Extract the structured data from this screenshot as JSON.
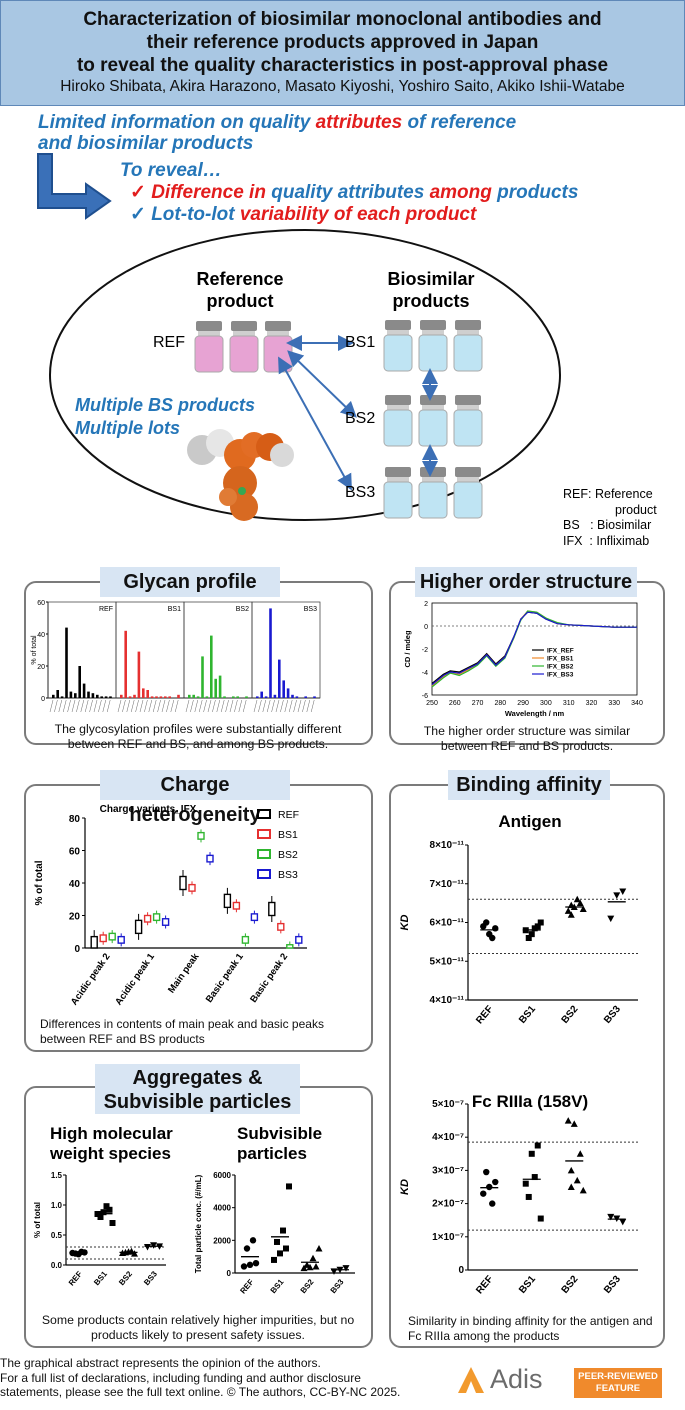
{
  "header": {
    "title_lines": [
      "Characterization of biosimilar monoclonal antibodies and",
      "their reference products approved in Japan",
      "to reveal the quality characteristics in post-approval phase"
    ],
    "authors": "Hiroko Shibata, Akira Harazono, Masato Kiyoshi, Yoshiro Saito, Akiko Ishii-Watabe"
  },
  "intro": {
    "line1_a": "Limited information on quality ",
    "line1_b": "attributes",
    "line1_c": " of reference",
    "line2": "and biosimilar products",
    "reveal": "To reveal…",
    "b1_mark": "✓",
    "b1_a": "Difference in ",
    "b1_b": "quality attributes",
    "b1_c": " among ",
    "b1_d": "products",
    "b2_mark": "✓",
    "b2_a": "Lot-to-lot ",
    "b2_b": "variability of each product"
  },
  "overview": {
    "ref_heading": [
      "Reference",
      "product"
    ],
    "bs_heading": [
      "Biosimilar",
      "products"
    ],
    "ref": "REF",
    "bs1": "BS1",
    "bs2": "BS2",
    "bs3": "BS3",
    "multi1": "Multiple BS products",
    "multi2": "Multiple lots",
    "legend": [
      [
        "REF:",
        "Reference"
      ],
      [
        "",
        "product"
      ],
      [
        "BS",
        ": Biosimilar"
      ],
      [
        "IFX",
        ": Infliximab"
      ]
    ]
  },
  "glycan": {
    "title": "Glycan profile",
    "ylabel": "% of total",
    "yticks": [
      "60",
      "40",
      "20",
      "0"
    ],
    "panels": [
      "REF",
      "BS1",
      "BS2",
      "BS3"
    ],
    "caption": [
      "The glycosylation profiles were substantially different",
      "between REF and BS, and among BS products."
    ]
  },
  "hos": {
    "title": "Higher order structure",
    "ylabel": "CD / mdeg",
    "xlabel": "Wavelength / nm",
    "xticks": [
      "250",
      "260",
      "270",
      "280",
      "290",
      "300",
      "310",
      "320",
      "330",
      "340"
    ],
    "yticks": [
      "2",
      "0",
      "-2",
      "-4",
      "-6"
    ],
    "legend": [
      "IFX_REF",
      "IFX_BS1",
      "IFX_BS2",
      "IFX_BS3"
    ],
    "caption": [
      "The higher order structure was similar",
      "between REF and BS products."
    ]
  },
  "charge": {
    "title": "Charge heterogeneity",
    "chart_title": "Charge variants_IFX",
    "ylabel": "% of total",
    "yticks": [
      "80",
      "60",
      "40",
      "20",
      "0"
    ],
    "categories": [
      "Acidic peak 2",
      "Acidic peak 1",
      "Main peak",
      "Basic peak 1",
      "Basic peak 2"
    ],
    "legend": [
      "REF",
      "BS1",
      "BS2",
      "BS3"
    ],
    "caption": [
      "Differences in contents of main peak and basic peaks",
      "between REF and BS products"
    ]
  },
  "aggregates": {
    "title": [
      "Aggregates &",
      "Subvisible particles"
    ],
    "hmw_title": [
      "High molecular",
      "weight species"
    ],
    "hmw_ylabel": "% of total",
    "hmw_yticks": [
      "1.5",
      "1.0",
      "0.5",
      "0.0"
    ],
    "svp_title": [
      "Subvisible",
      "particles"
    ],
    "svp_ylabel": "Total particle conc. (#/mL)",
    "svp_yticks": [
      "6000",
      "4000",
      "2000",
      "0"
    ],
    "groups": [
      "REF",
      "BS1",
      "BS2",
      "BS3"
    ],
    "caption": [
      "Some products contain relatively higher impurities, but no",
      "products likely to present safety issues."
    ]
  },
  "binding": {
    "title": "Binding affinity",
    "antigen_title": "Antigen",
    "antigen_ylabel": "KD",
    "antigen_yticks": [
      "8×10⁻¹¹",
      "7×10⁻¹¹",
      "6×10⁻¹¹",
      "5×10⁻¹¹",
      "4×10⁻¹¹"
    ],
    "fc_title": "Fc RIIIa (158V)",
    "fc_ylabel": "KD",
    "fc_yticks": [
      "5×10⁻⁷",
      "4×10⁻⁷",
      "3×10⁻⁷",
      "2×10⁻⁷",
      "1×10⁻⁷",
      "0"
    ],
    "groups": [
      "REF",
      "BS1",
      "BS2",
      "BS3"
    ],
    "caption": [
      "Similarity in binding affinity for the antigen and",
      "Fc RIIIa among the products"
    ]
  },
  "footer": {
    "lines": [
      "The graphical abstract represents the opinion of the authors.",
      "For a full list of declarations, including funding and author disclosure",
      "statements, please see the full text online. © The authors, CC-BY-NC 2025."
    ],
    "adis": "Adis",
    "badge": [
      "PEER-REVIEWED",
      "FEATURE"
    ]
  },
  "colors": {
    "blue": "#2576b8",
    "red": "#e21d1d",
    "panel_title_bg": "#d8e5f3",
    "header_bg": "#a9c7e3",
    "ref": "#000000",
    "bs1": "#e53030",
    "bs2": "#2fb52f",
    "bs3": "#1a1ad0"
  },
  "chart_data": [
    {
      "type": "bar",
      "title": "",
      "ylabel": "% of total",
      "ylim": [
        0,
        60
      ],
      "series": [
        {
          "name": "REF",
          "values": [
            2,
            5,
            1,
            44,
            4,
            3,
            20,
            9,
            4,
            3,
            2,
            1,
            1,
            1
          ]
        },
        {
          "name": "BS1",
          "values": [
            2,
            42,
            1,
            2,
            29,
            6,
            5,
            1,
            1,
            1,
            1,
            1,
            0,
            2
          ]
        },
        {
          "name": "BS2",
          "values": [
            2,
            2,
            1,
            26,
            1,
            39,
            12,
            14,
            1,
            0,
            1,
            1,
            0,
            1
          ]
        },
        {
          "name": "BS3",
          "values": [
            1,
            4,
            1,
            56,
            2,
            24,
            11,
            6,
            2,
            1,
            0,
            1,
            0,
            1
          ]
        }
      ]
    },
    {
      "type": "line",
      "xlabel": "Wavelength / nm",
      "ylabel": "CD / mdeg",
      "xlim": [
        250,
        340
      ],
      "ylim": [
        -6,
        2
      ],
      "x": [
        250,
        255,
        258,
        262,
        266,
        270,
        274,
        278,
        282,
        286,
        289,
        292,
        296,
        300,
        305,
        310,
        320,
        330,
        340
      ],
      "series": [
        {
          "name": "IFX_REF",
          "values": [
            -5.0,
            -4.2,
            -3.9,
            -4.0,
            -3.6,
            -3.2,
            -2.4,
            -3.3,
            -2.6,
            -0.9,
            0.6,
            1.2,
            1.1,
            0.6,
            0.2,
            0.1,
            0.0,
            -0.1,
            -0.1
          ]
        },
        {
          "name": "IFX_BS1",
          "values": [
            -5.2,
            -4.4,
            -4.1,
            -4.2,
            -3.8,
            -3.3,
            -2.5,
            -3.4,
            -2.7,
            -1.0,
            0.6,
            1.3,
            1.2,
            0.7,
            0.2,
            0.1,
            0.0,
            -0.1,
            -0.1
          ]
        },
        {
          "name": "IFX_BS2",
          "values": [
            -5.3,
            -4.5,
            -4.1,
            -4.3,
            -3.9,
            -3.4,
            -2.6,
            -3.5,
            -2.8,
            -1.0,
            0.5,
            1.3,
            1.2,
            0.7,
            0.3,
            0.1,
            0.0,
            -0.1,
            -0.1
          ]
        },
        {
          "name": "IFX_BS3",
          "values": [
            -5.1,
            -4.3,
            -4.0,
            -4.1,
            -3.7,
            -3.3,
            -2.5,
            -3.4,
            -2.7,
            -0.9,
            0.6,
            1.2,
            1.1,
            0.6,
            0.2,
            0.1,
            0.0,
            -0.1,
            -0.1
          ]
        }
      ]
    },
    {
      "type": "box",
      "title": "Charge variants_IFX",
      "ylabel": "% of total",
      "ylim": [
        0,
        80
      ],
      "categories": [
        "Acidic peak 2",
        "Acidic peak 1",
        "Main peak",
        "Basic peak 1",
        "Basic peak 2"
      ],
      "series": [
        {
          "name": "REF",
          "values": [
            3,
            13,
            40,
            29,
            24
          ]
        },
        {
          "name": "BS1",
          "values": [
            6,
            18,
            37,
            26,
            13
          ]
        },
        {
          "name": "BS2",
          "values": [
            7,
            19,
            69,
            5,
            0
          ]
        },
        {
          "name": "BS3",
          "values": [
            5,
            16,
            55,
            19,
            5
          ]
        }
      ]
    },
    {
      "type": "scatter",
      "title": "High molecular weight species",
      "ylabel": "% of total",
      "ylim": [
        0,
        1.5
      ],
      "reference_lines": [
        0.3,
        0.1
      ],
      "categories": [
        "REF",
        "BS1",
        "BS2",
        "BS3"
      ],
      "series": [
        {
          "name": "REF",
          "values": [
            0.2,
            0.18,
            0.21,
            0.19,
            0.22
          ]
        },
        {
          "name": "BS1",
          "values": [
            0.85,
            0.88,
            0.92,
            0.8,
            0.98,
            0.7
          ]
        },
        {
          "name": "BS2",
          "values": [
            0.2,
            0.22,
            0.19,
            0.21,
            0.23
          ]
        },
        {
          "name": "BS3",
          "values": [
            0.3,
            0.33,
            0.31
          ]
        }
      ]
    },
    {
      "type": "scatter",
      "title": "Subvisible particles",
      "ylabel": "Total particle conc. (#/mL)",
      "ylim": [
        0,
        6000
      ],
      "categories": [
        "REF",
        "BS1",
        "BS2",
        "BS3"
      ],
      "series": [
        {
          "name": "REF",
          "values": [
            400,
            500,
            600,
            1500,
            2000
          ]
        },
        {
          "name": "BS1",
          "values": [
            800,
            1200,
            1500,
            1900,
            2600,
            5300
          ]
        },
        {
          "name": "BS2",
          "values": [
            300,
            350,
            400,
            500,
            900,
            1500
          ]
        },
        {
          "name": "BS3",
          "values": [
            100,
            200,
            300
          ]
        }
      ]
    },
    {
      "type": "scatter",
      "title": "Antigen",
      "ylabel": "KD",
      "ylim": [
        4e-11,
        8e-11
      ],
      "reference_lines": [
        6.6e-11,
        5.2e-11
      ],
      "categories": [
        "REF",
        "BS1",
        "BS2",
        "BS3"
      ],
      "series": [
        {
          "name": "REF",
          "values": [
            5.9e-11,
            5.7e-11,
            5.85e-11,
            6e-11,
            5.6e-11
          ]
        },
        {
          "name": "BS1",
          "values": [
            5.8e-11,
            5.7e-11,
            5.9e-11,
            5.6e-11,
            5.85e-11,
            6e-11
          ]
        },
        {
          "name": "BS2",
          "values": [
            6.3e-11,
            6.4e-11,
            6.5e-11,
            6.2e-11,
            6.6e-11,
            6.35e-11,
            6.45e-11
          ]
        },
        {
          "name": "BS3",
          "values": [
            6.1e-11,
            6.7e-11,
            6.8e-11
          ]
        }
      ]
    },
    {
      "type": "scatter",
      "title": "Fc RIIIa (158V)",
      "ylabel": "KD",
      "ylim": [
        0,
        5e-07
      ],
      "reference_lines": [
        3.85e-07,
        1.2e-07
      ],
      "categories": [
        "REF",
        "BS1",
        "BS2",
        "BS3"
      ],
      "series": [
        {
          "name": "REF",
          "values": [
            2.3e-07,
            2.5e-07,
            2.65e-07,
            2.95e-07,
            2e-07
          ]
        },
        {
          "name": "BS1",
          "values": [
            2.6e-07,
            3.5e-07,
            3.75e-07,
            2.2e-07,
            2.8e-07,
            1.55e-07
          ]
        },
        {
          "name": "BS2",
          "values": [
            4.5e-07,
            4.4e-07,
            3.5e-07,
            3e-07,
            2.7e-07,
            2.4e-07,
            2.5e-07
          ]
        },
        {
          "name": "BS3",
          "values": [
            1.6e-07,
            1.55e-07,
            1.45e-07
          ]
        }
      ]
    }
  ]
}
